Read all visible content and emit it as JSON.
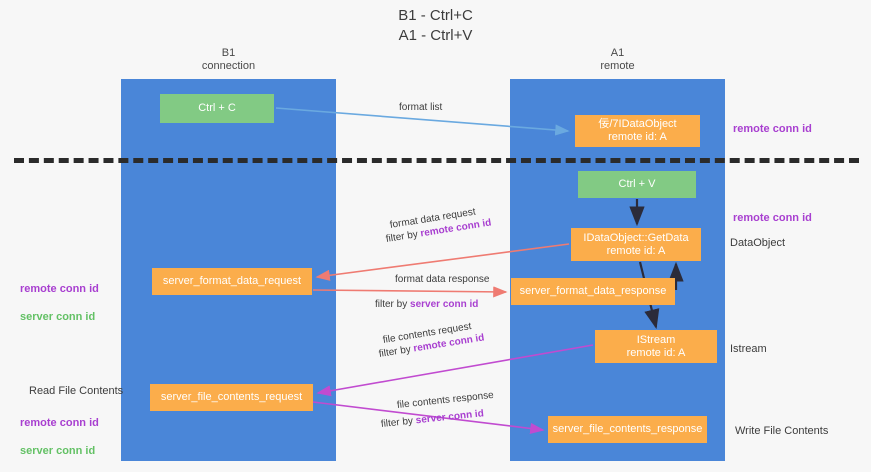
{
  "title": "B1 - Ctrl+C\nA1 - Ctrl+V",
  "lanes": [
    {
      "name": "b1",
      "header": "B1\nconnection"
    },
    {
      "name": "a1",
      "header": "A1\nremote"
    }
  ],
  "nodes": {
    "ctrl_c": "Ctrl + C",
    "idataobject": "佞/7IDataObject\nremote id: A",
    "ctrl_v": "Ctrl + V",
    "getdata": "IDataObject::GetData\nremote id: A",
    "server_format_data_request": "server_format_data_request",
    "server_format_data_response": "server_format_data_response",
    "istream": "IStream\nremote id: A",
    "server_file_contents_request": "server_file_contents_request",
    "server_file_contents_response": "server_file_contents_response"
  },
  "edge_labels": {
    "format_list": "format list",
    "format_data_request": "format data request",
    "format_data_request_filter_prefix": "filter by ",
    "format_data_request_filter_key": "remote conn id",
    "format_data_response": "format data response",
    "format_data_response_filter_prefix": "filter by ",
    "format_data_response_filter_key": "server conn id",
    "file_contents_request": "file contents request",
    "file_contents_request_filter_prefix": "filter by ",
    "file_contents_request_filter_key": "remote conn id",
    "file_contents_response": "file contents response",
    "file_contents_response_filter_prefix": "filter by ",
    "file_contents_response_filter_key": "server conn id"
  },
  "annotations": {
    "right_remote_conn_id_top": "remote conn id",
    "right_remote_conn_id_mid": "remote conn id",
    "right_dataobject": "DataObject",
    "right_istream": "Istream",
    "right_write_file_contents": "Write File Contents",
    "left_remote_conn_id_top": "remote conn id",
    "left_server_conn_id_top": "server conn id",
    "left_read_file_contents": "Read File Contents",
    "left_remote_conn_id_bottom": "remote conn id",
    "left_server_conn_id_bottom": "server conn id"
  },
  "colors": {
    "lane": "#4a86d8",
    "green_node": "#82ca84",
    "orange_node": "#fbad4b",
    "remote_conn_id": "#a83fd0",
    "server_conn_id": "#63c165",
    "arrow_blue": "#6aa9e0",
    "arrow_red": "#ef7b72",
    "arrow_magenta": "#c14bd0",
    "arrow_dark": "#2b2b3a",
    "divider": "#2b2b2b",
    "background": "#f7f7f7"
  }
}
